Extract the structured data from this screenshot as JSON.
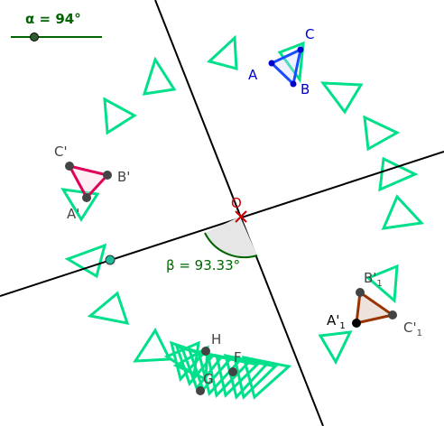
{
  "slider": {
    "label": "α = 94°",
    "color": "#006400"
  },
  "angle": {
    "label": "β = 93.33°",
    "color": "#006400",
    "fill": "#e6e6e6"
  },
  "center": {
    "label": "O",
    "color": "#cc0000"
  },
  "points": {
    "A": "A",
    "B": "B",
    "C": "C",
    "A_prime": "A'",
    "B_prime": "B'",
    "C_prime": "C'",
    "A1": "A'",
    "A1_sub": "1",
    "B1": "B'",
    "B1_sub": "1",
    "C1": "C'",
    "C1_sub": "1",
    "F": "F",
    "G": "G",
    "H": "H"
  },
  "colors": {
    "original": "#0000cc",
    "image1": "#e0005a",
    "image2": "#993300",
    "trace": "#00e08a",
    "lines": "#000000",
    "points": "#444444",
    "highlight_point": "#1abc9c"
  }
}
